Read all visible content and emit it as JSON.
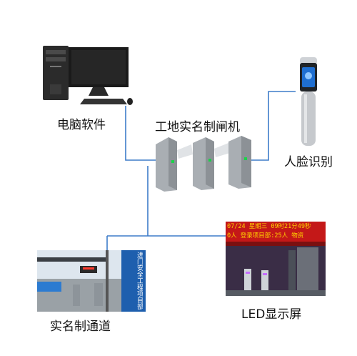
{
  "labels": {
    "computer": "电脑软件",
    "gate": "工地实名制闸机",
    "face": "人脸识别",
    "channel": "实名制通道",
    "led": "LED显示屏"
  },
  "led_screen": {
    "line1": "07/24 星期三 09时21分49秒",
    "line2": "0人 登录项目部:25人 物资"
  },
  "photo_banner": {
    "side_text": "进门安全工程项目部"
  },
  "colors": {
    "wire": "#3d7cc9",
    "led_bg": "#c41818",
    "led_text": "#ffd200"
  }
}
